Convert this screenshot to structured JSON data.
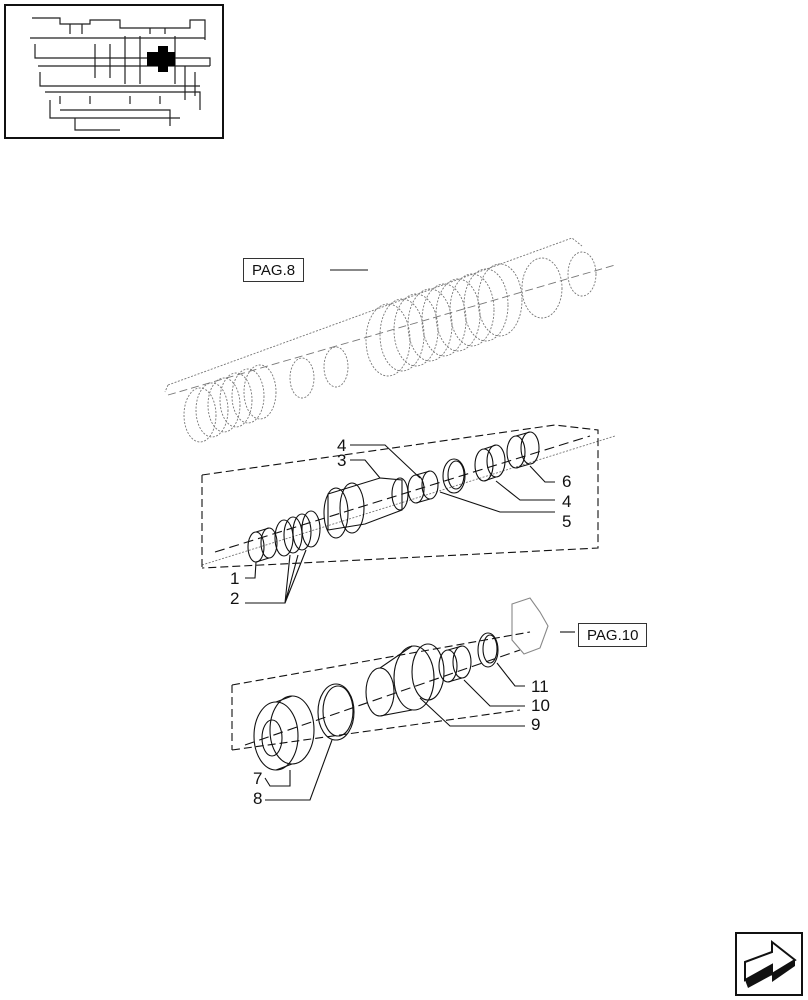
{
  "diagram": {
    "references": {
      "upper": "PAG.8",
      "lower": "PAG.10"
    },
    "callouts": {
      "c1": "1",
      "c2": "2",
      "c3": "3",
      "c4a": "4",
      "c4b": "4",
      "c5": "5",
      "c6": "6",
      "c7": "7",
      "c8": "8",
      "c9": "9",
      "c10": "10",
      "c11": "11"
    }
  },
  "navigation": {
    "next_page_icon": "arrow-right-icon"
  }
}
